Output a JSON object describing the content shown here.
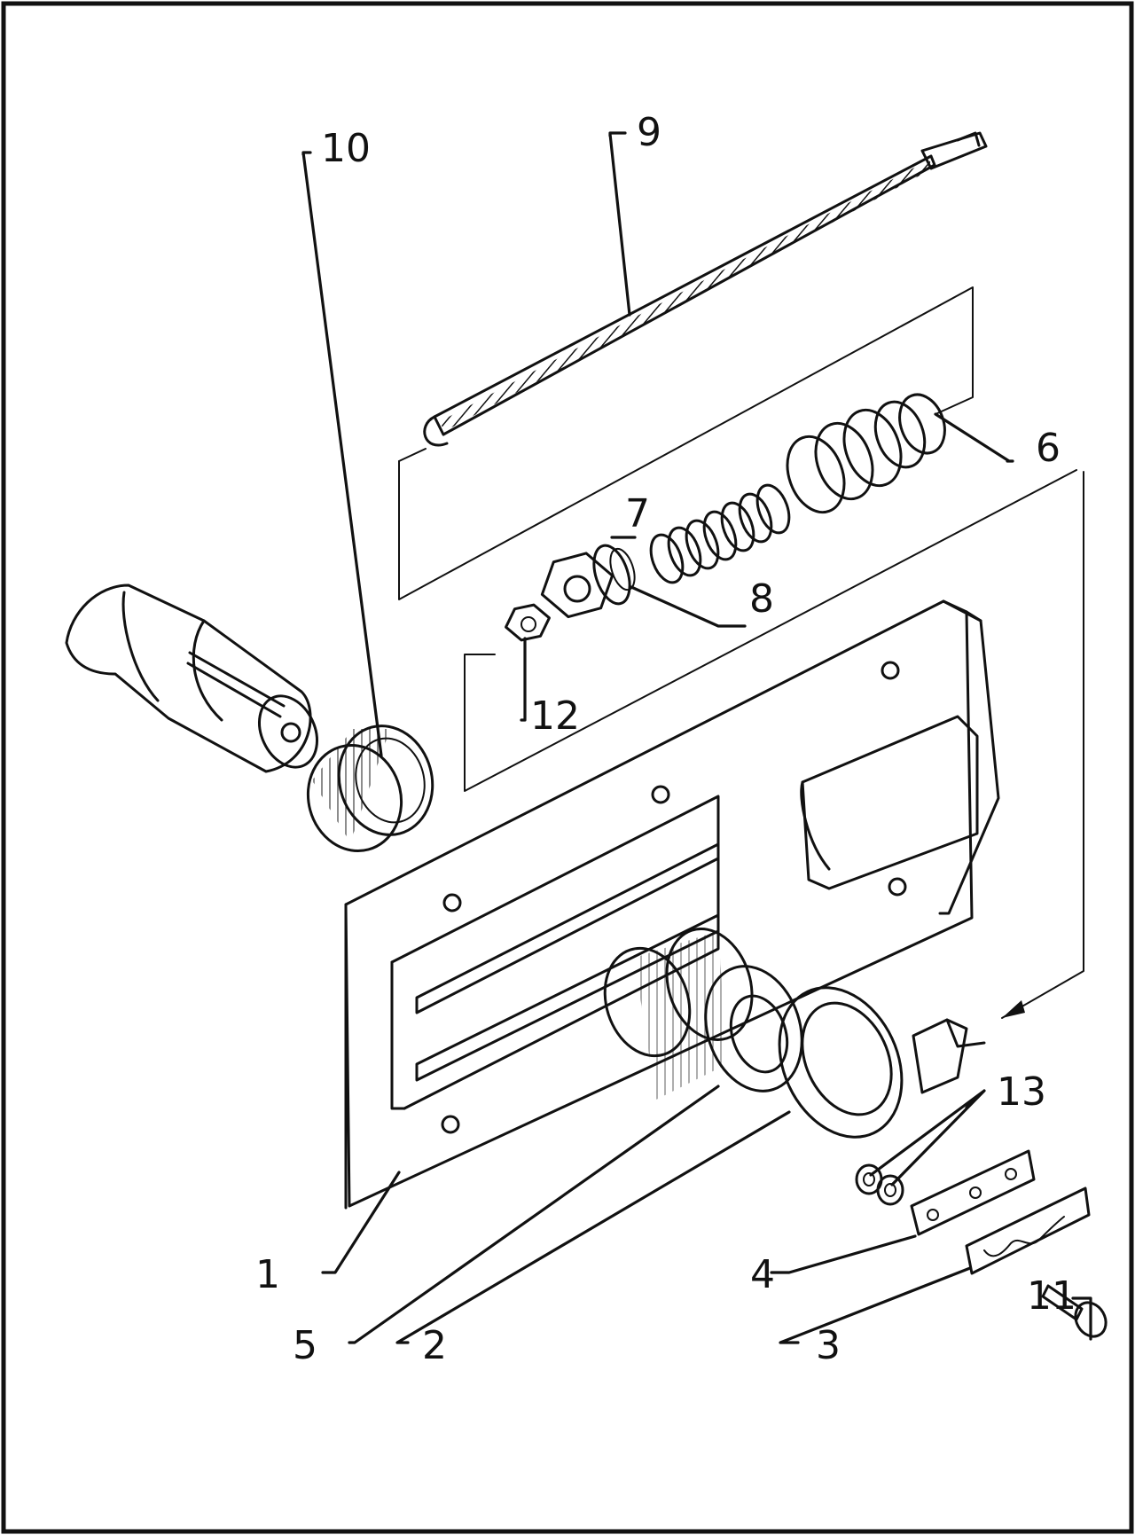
{
  "diagram": {
    "callouts": {
      "p1": "1",
      "p2": "2",
      "p3": "3",
      "p4": "4",
      "p5": "5",
      "p6": "6",
      "p7": "7",
      "p8": "8",
      "p9": "9",
      "p10": "10",
      "p11": "11",
      "p12": "12",
      "p13": "13"
    }
  }
}
